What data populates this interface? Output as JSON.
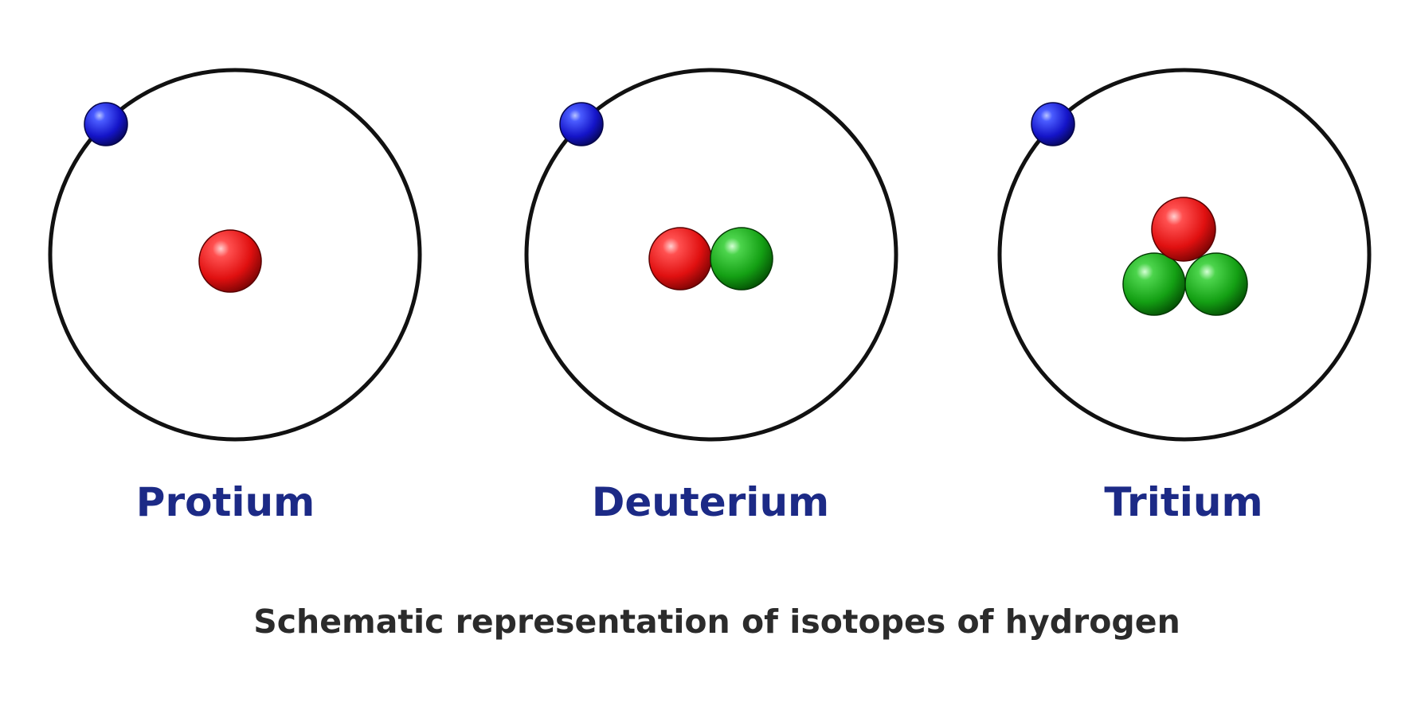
{
  "colors": {
    "orbit": "#111111",
    "electron": "#1414c8",
    "proton": "#e01010",
    "neutron": "#14a014",
    "label": "#1c2a86",
    "caption": "#2b2b2b"
  },
  "atoms": [
    {
      "label": "Protium",
      "protons": 1,
      "neutrons": 0,
      "electrons": 1
    },
    {
      "label": "Deuterium",
      "protons": 1,
      "neutrons": 1,
      "electrons": 1
    },
    {
      "label": "Tritium",
      "protons": 1,
      "neutrons": 2,
      "electrons": 1
    }
  ],
  "caption": "Schematic representation of isotopes of hydrogen"
}
